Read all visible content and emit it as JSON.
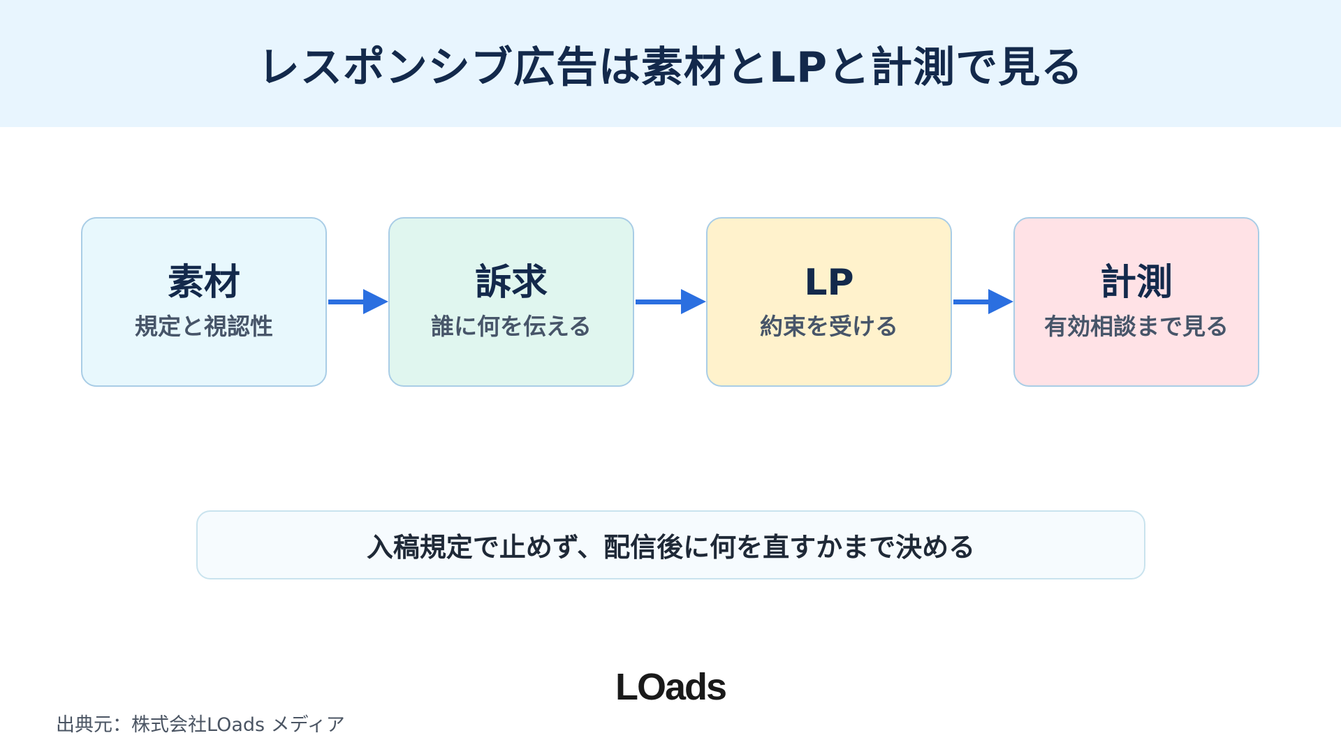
{
  "header": {
    "title": "レスポンシブ広告は素材とLPと計測で見る"
  },
  "flow": {
    "steps": [
      {
        "title": "素材",
        "subtitle": "規定と視認性",
        "color": "#e8f8fd"
      },
      {
        "title": "訴求",
        "subtitle": "誰に何を伝える",
        "color": "#e0f6ef"
      },
      {
        "title": "LP",
        "subtitle": "約束を受ける",
        "color": "#fff2cc"
      },
      {
        "title": "計測",
        "subtitle": "有効相談まで見る",
        "color": "#ffe2e6"
      }
    ],
    "arrow_color": "#2b6fe0",
    "border_color": "#a9cde6"
  },
  "note": {
    "text": "入稿規定で止めず、配信後に何を直すかまで決める"
  },
  "footer": {
    "logo": "LOads",
    "source": "出典元：株式会社LOads メディア"
  }
}
